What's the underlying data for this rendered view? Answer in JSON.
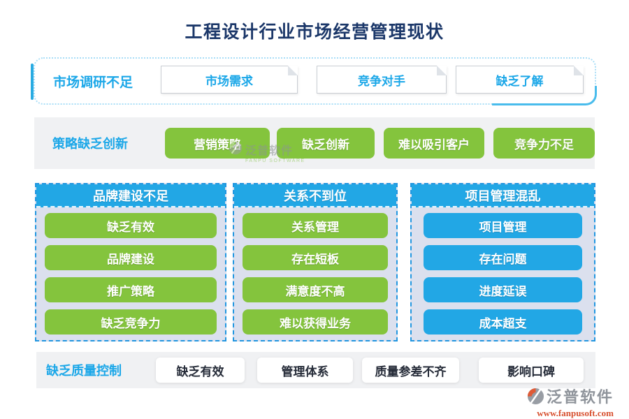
{
  "title": "工程设计行业市场经营管理现状",
  "sections": {
    "market_research": {
      "label": "市场调研不足",
      "tags": [
        "市场需求",
        "竞争对手",
        "缺乏了解"
      ]
    },
    "strategy": {
      "label": "策略缺乏创新",
      "tags": [
        "营销策略",
        "缺乏创新",
        "难以吸引客户",
        "竞争力不足"
      ]
    },
    "columns": [
      {
        "header": "品牌建设不足",
        "items": [
          "缺乏有效",
          "品牌建设",
          "推广策略",
          "缺乏竞争力"
        ]
      },
      {
        "header": "关系不到位",
        "items": [
          "关系管理",
          "存在短板",
          "满意度不高",
          "难以获得业务"
        ]
      },
      {
        "header": "项目管理混乱",
        "items": [
          "项目管理",
          "存在问题",
          "进度延误",
          "成本超支"
        ]
      }
    ],
    "quality": {
      "label": "缺乏质量控制",
      "tags": [
        "缺乏有效",
        "管理体系",
        "质量参差不齐",
        "影响口碑"
      ]
    }
  },
  "watermark": {
    "text": "泛普软件",
    "subtext": "FANPU SOFTWARE"
  },
  "footer": {
    "brand": "泛普软件",
    "url": "www.fanpusoft.com"
  },
  "colors": {
    "title_navy": "#1b3769",
    "cyan": "#22a7e5",
    "cyan_text": "#1ba7e8",
    "green": "#84c43d",
    "band_bg": "#f0f1f3",
    "column_bg": "#dbe0ee",
    "dashed_border": "#2196e0",
    "dotted_border": "#a9def7",
    "dark_btn_text": "#252b38",
    "footer_gray": "#8f949b",
    "footer_orange": "#d7502f"
  }
}
